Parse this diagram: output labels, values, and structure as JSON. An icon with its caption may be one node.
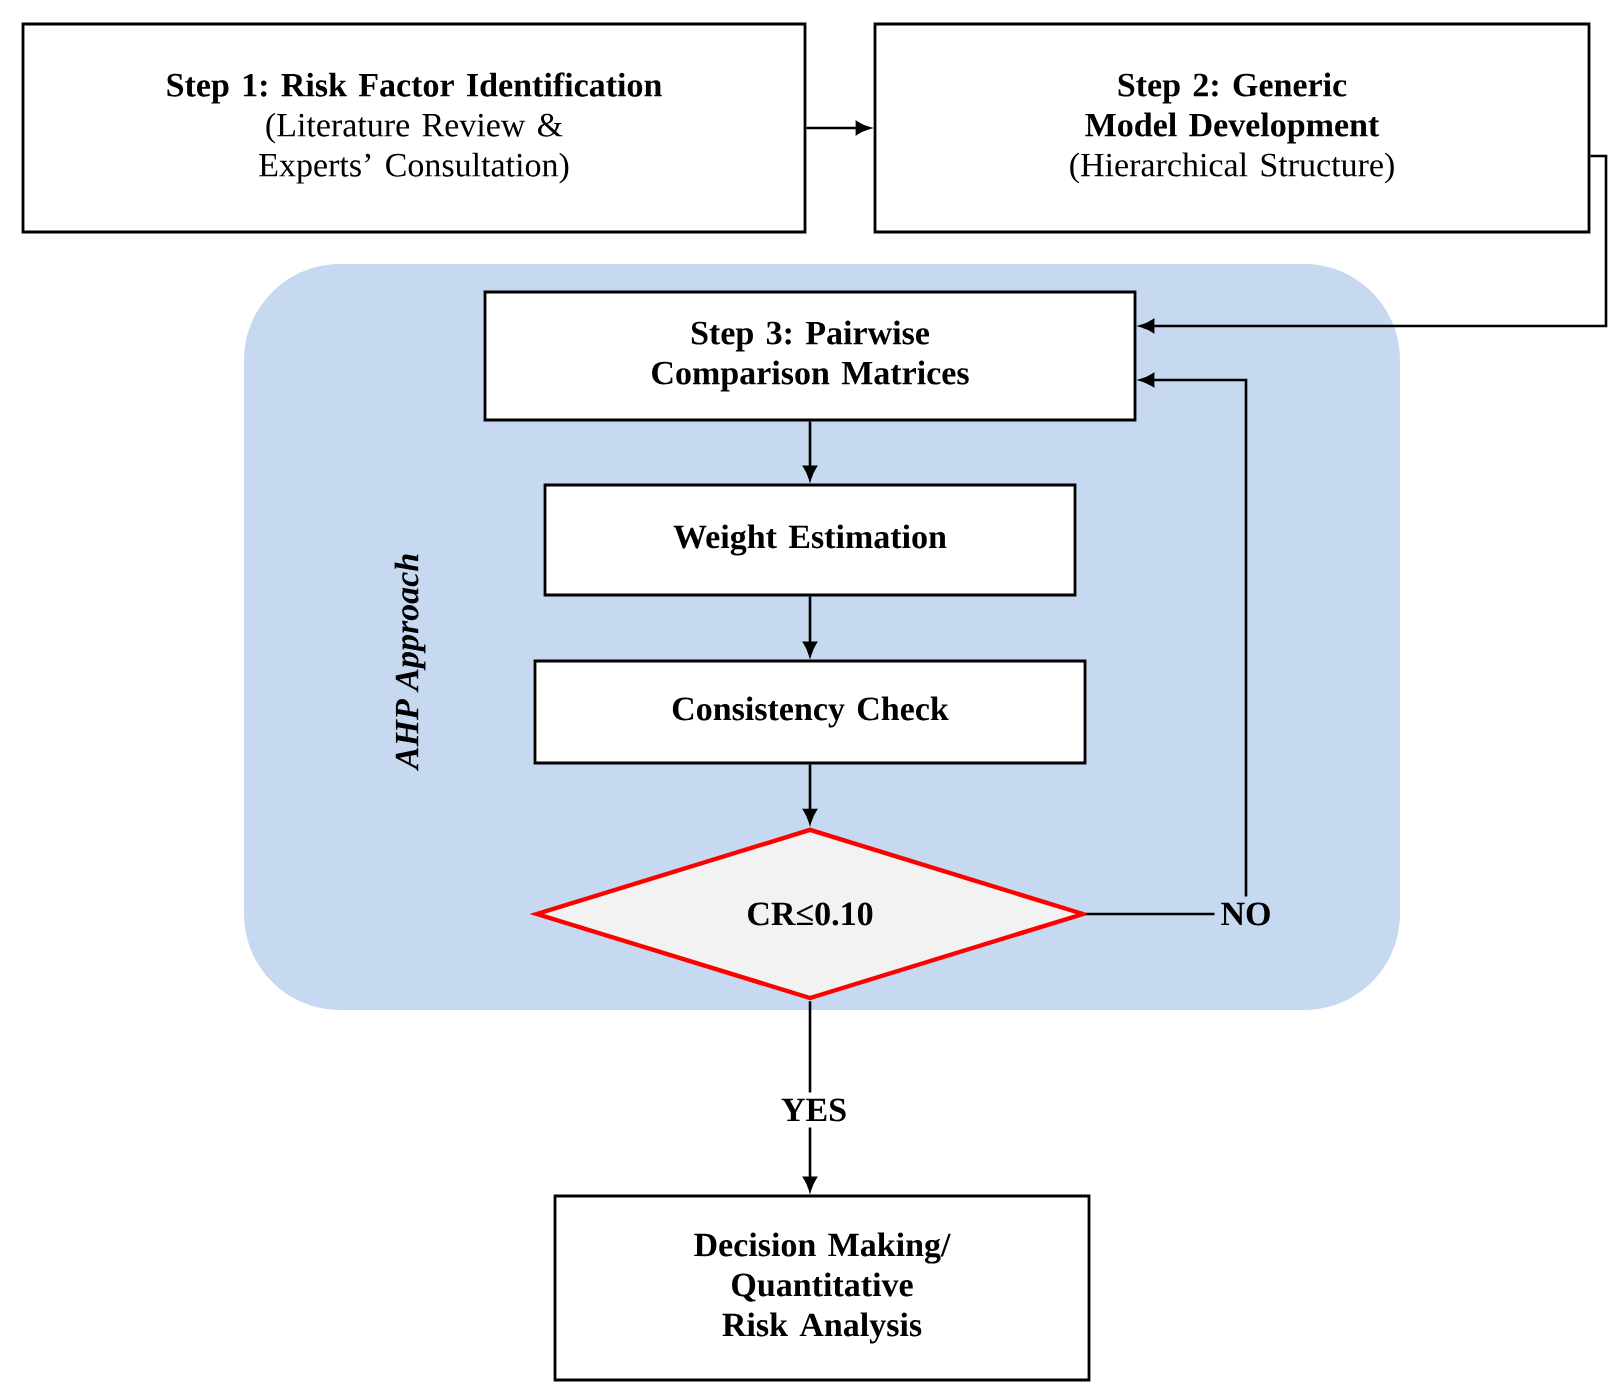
{
  "diagram": {
    "nodes": [
      {
        "text": [
          "Step 1: Risk Factor Identification",
          "(Literature Review & Experts’ Consultation)"
        ]
      },
      {
        "text": [
          "Step 2: Generic Model Development",
          "(Hierarchical Structure)"
        ]
      },
      {
        "text": [
          "AHP Approach"
        ]
      },
      {
        "text": [
          "Step 3: Pairwise Comparison Matrices"
        ],
        "in": 2
      },
      {
        "text": [
          "Weight Estimation"
        ],
        "in": 2
      },
      {
        "text": [
          "Consistency Check"
        ],
        "in": 2
      },
      {
        "text": [
          "CR≤0.10"
        ],
        "in": 2
      },
      {
        "text": [
          "Decision Making/ Quantitative Risk Analysis"
        ]
      }
    ],
    "edges": [
      {
        "from": 0,
        "to": 1,
        "arrow": "to"
      },
      {
        "from": 1,
        "to": 3,
        "arrow": "to"
      },
      {
        "from": 3,
        "to": 4,
        "arrow": "to"
      },
      {
        "from": 4,
        "to": 5,
        "arrow": "to"
      },
      {
        "from": 5,
        "to": 6,
        "arrow": "to"
      },
      {
        "from": 6,
        "to": 3,
        "arrow": "to",
        "label": "NO"
      },
      {
        "from": 6,
        "to": 7,
        "arrow": "to",
        "label": "YES"
      }
    ]
  }
}
